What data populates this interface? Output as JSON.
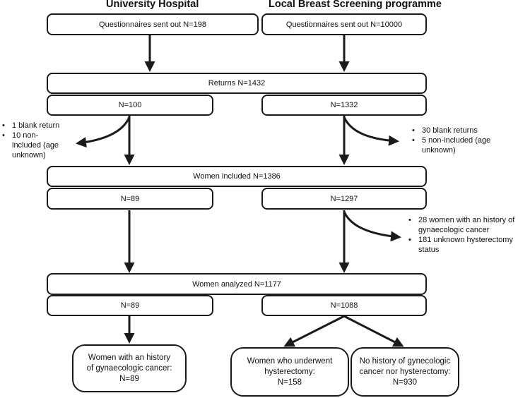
{
  "headers": {
    "left": "University Hospital",
    "right": "Local Breast Screening programme"
  },
  "boxes": {
    "questionnaires_left": "Questionnaires sent out N=198",
    "questionnaires_right": "Questionnaires sent out N=10000",
    "returns": "Returns N=1432",
    "returns_left": "N=100",
    "returns_right": "N=1332",
    "included": "Women included N=1386",
    "included_left": "N=89",
    "included_right": "N=1297",
    "analyzed": "Women analyzed N=1177",
    "analyzed_left": "N=89",
    "analyzed_right": "N=1088",
    "outcome_gyn": [
      "Women with an history",
      "of gynaecologic cancer:",
      "N=89"
    ],
    "outcome_hyst": [
      "Women who underwent",
      "hysterectomy:",
      "N=158"
    ],
    "outcome_none": [
      "No history of gynecologic",
      "cancer nor hysterectomy:",
      "N=930"
    ]
  },
  "exclusions": {
    "left_returns": [
      "1 blank return",
      "10 non-included (age unknown)"
    ],
    "right_returns": [
      "30 blank returns",
      "5 non-included (age unknown)"
    ],
    "right_included": [
      "28 women with an history of gynaecologic cancer",
      "181 unknown hysterectomy status"
    ]
  }
}
